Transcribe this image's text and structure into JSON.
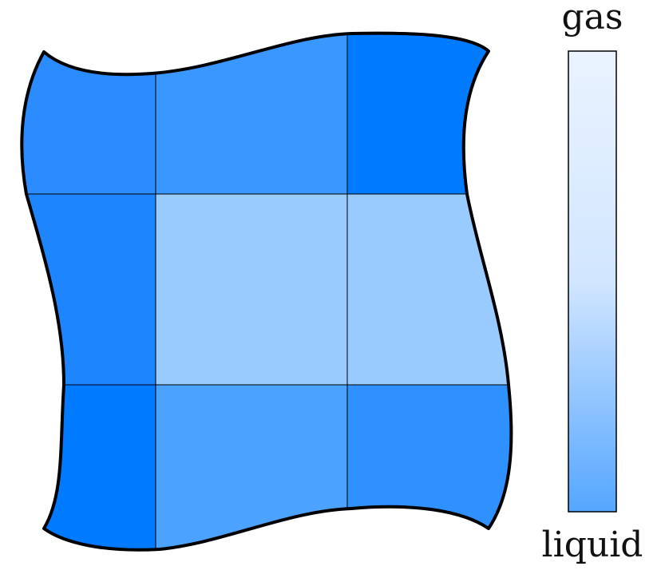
{
  "colorbar": {
    "top_label": "gas",
    "bottom_label": "liquid",
    "top_color": "#EAF3FF",
    "mid_color": "#D1E6FF",
    "bottom_color": "#54A6FF"
  },
  "grid": {
    "rows": 3,
    "cols": 3,
    "cell_colors": [
      [
        "#2A8CFF",
        "#3A97FF",
        "#007AFF"
      ],
      [
        "#1D86FF",
        "#99CBFF",
        "#99CBFF"
      ],
      [
        "#007AFF",
        "#4CA3FF",
        "#2F91FF"
      ]
    ],
    "outline_color": "#000000"
  }
}
